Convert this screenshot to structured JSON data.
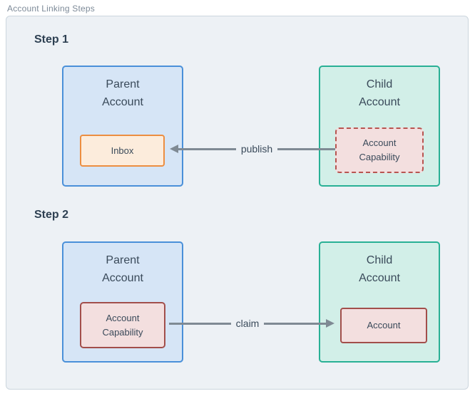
{
  "panel": {
    "title": "Account Linking Steps"
  },
  "colors": {
    "panel_bg": "#edf1f5",
    "panel_border": "#ccd6de",
    "parent_fill": "#d6e5f6",
    "parent_border": "#4a90d9",
    "child_fill": "#d2efe8",
    "child_border": "#29b095",
    "inbox_fill": "#fcecdc",
    "inbox_border": "#ec8e41",
    "capability_fill": "#f3dfdf",
    "capability_border_dashed": "#b85450",
    "capability_border_solid": "#a24f4b",
    "arrow": "#7f8a94",
    "heading_text": "#2e4052",
    "box_text": "#3a4a5a",
    "panel_title_text": "#7d8a98"
  },
  "steps": [
    {
      "label": "Step 1",
      "parent_box": {
        "title": "Parent\nAccount",
        "inner_box": {
          "label": "Inbox"
        }
      },
      "child_box": {
        "title": "Child\nAccount",
        "inner_box": {
          "label": "Account\nCapability",
          "border_style": "dashed"
        }
      },
      "arrow": {
        "label": "publish",
        "direction": "left",
        "from": "Child Account / Account Capability",
        "to": "Parent Account / Inbox"
      }
    },
    {
      "label": "Step 2",
      "parent_box": {
        "title": "Parent\nAccount",
        "inner_box": {
          "label": "Account\nCapability",
          "border_style": "solid"
        }
      },
      "child_box": {
        "title": "Child\nAccount",
        "inner_box": {
          "label": "Account",
          "border_style": "solid"
        }
      },
      "arrow": {
        "label": "claim",
        "direction": "right",
        "from": "Parent Account / Account Capability",
        "to": "Child Account / Account"
      }
    }
  ]
}
